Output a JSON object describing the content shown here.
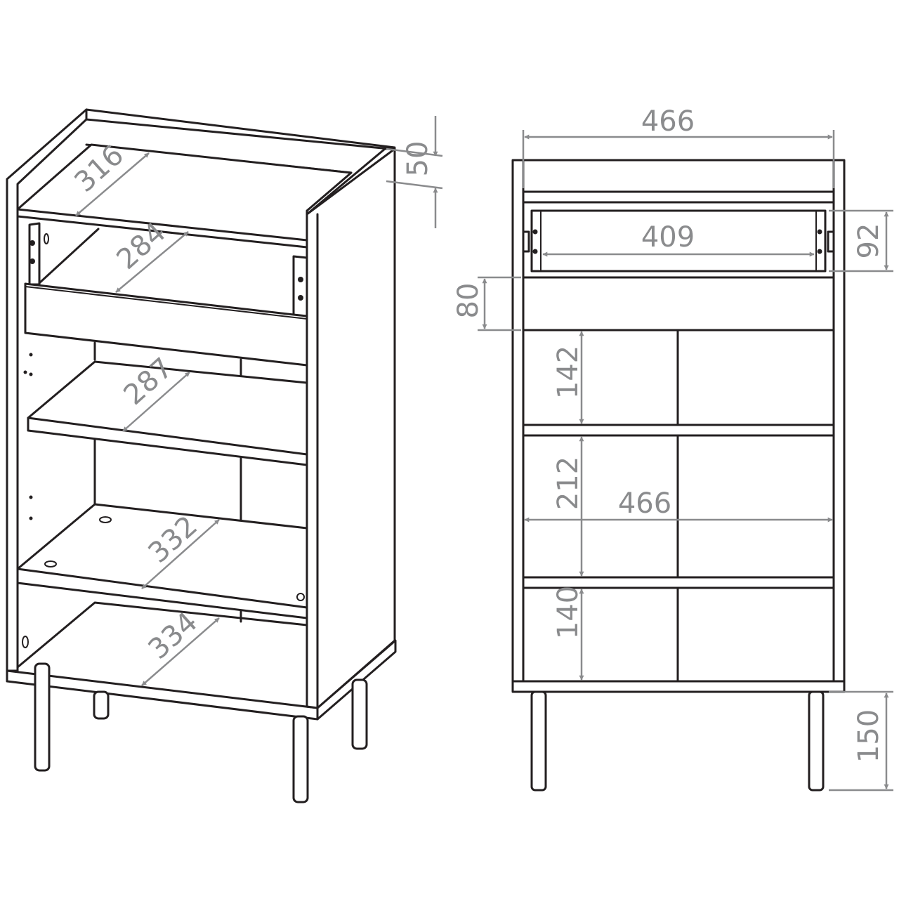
{
  "colors": {
    "outline": "#231f20",
    "dimension": "#8a8b8d",
    "background": "#ffffff"
  },
  "perspective_view": {
    "top_depth": "316",
    "drawer_depth": "284",
    "shelf1_depth": "287",
    "shelf2_depth": "332",
    "bottom_depth": "334",
    "top_rim_height": "50"
  },
  "front_view": {
    "outer_width": "466",
    "drawer_width": "409",
    "drawer_height": "92",
    "drawer_front_height": "80",
    "upper_compartment_height": "142",
    "middle_compartment_height": "212",
    "inner_width": "466",
    "lower_compartment_height": "140",
    "leg_height": "150"
  }
}
